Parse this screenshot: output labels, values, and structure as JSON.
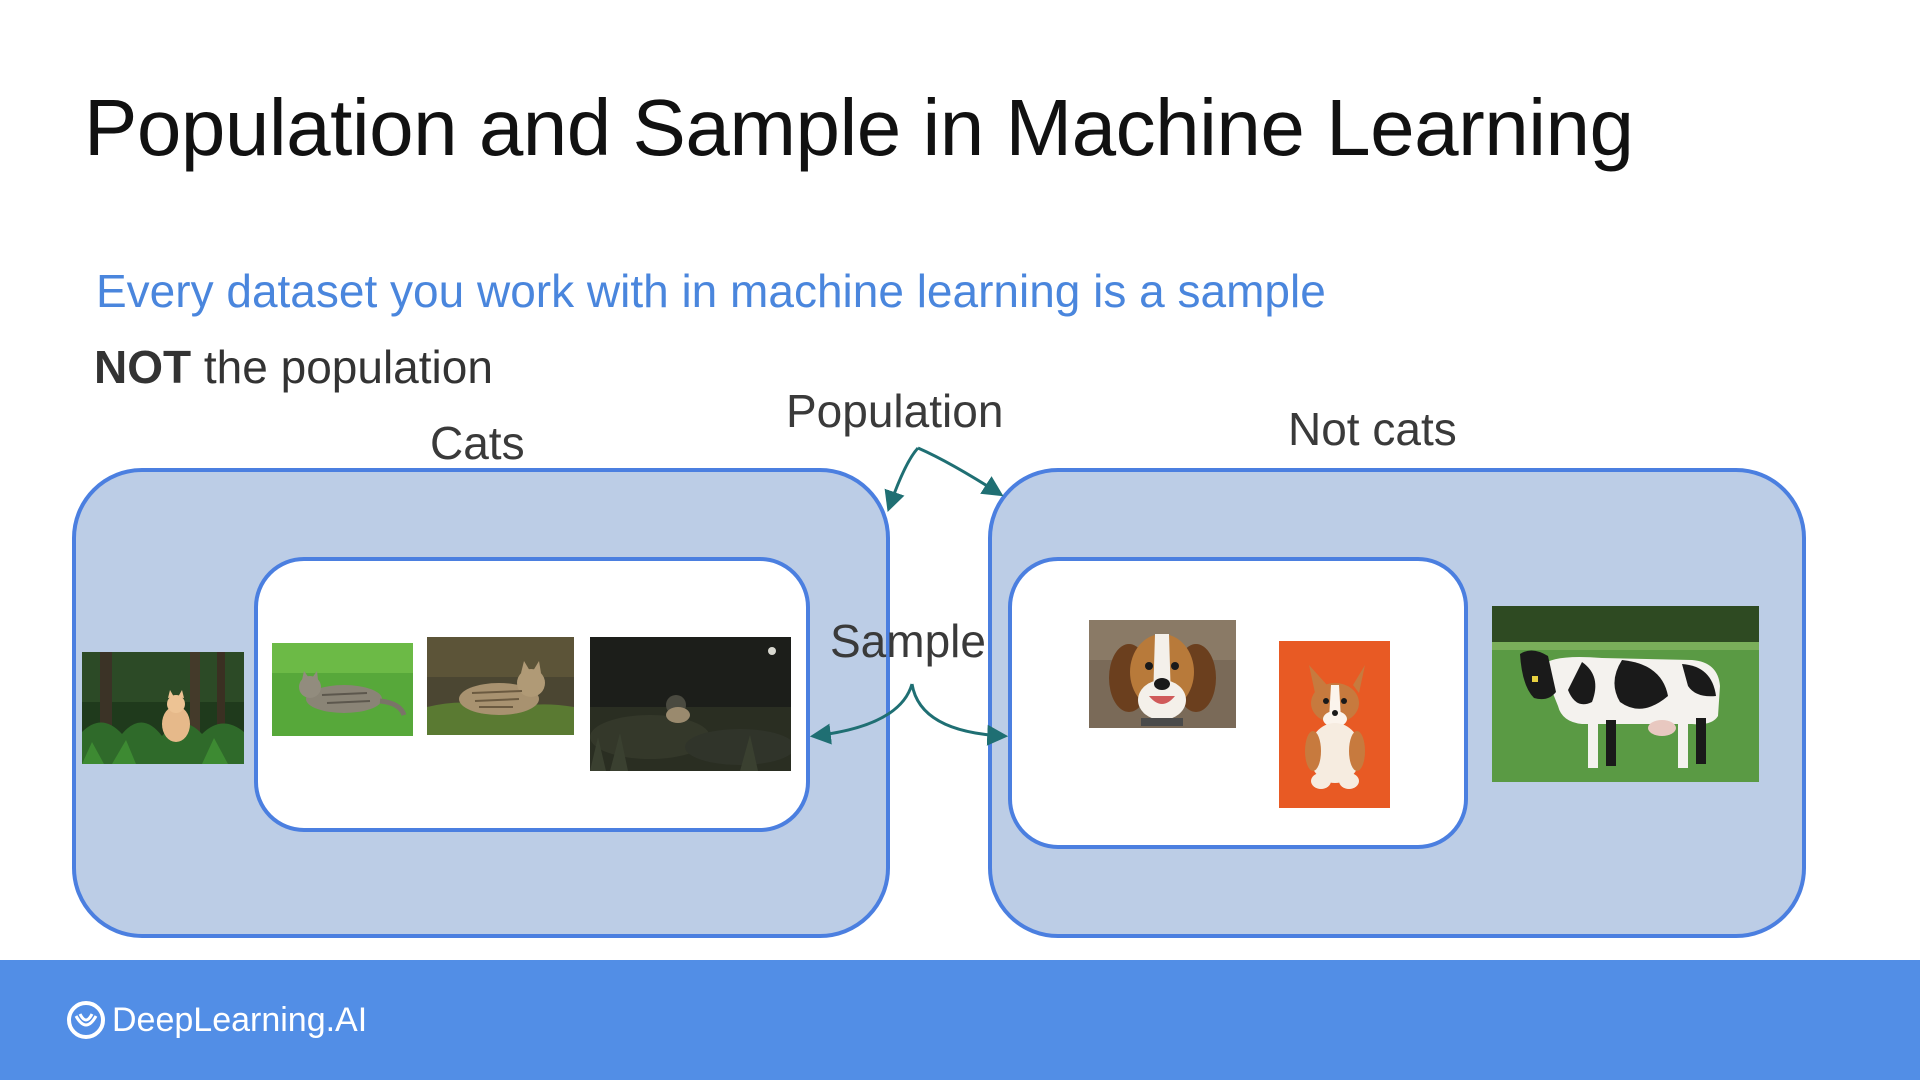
{
  "slide": {
    "title": "Population and Sample in Machine Learning",
    "subtitle": "Every dataset you work with in machine learning is a sample",
    "not_line": {
      "strong": "NOT",
      "rest": " the population"
    }
  },
  "diagram": {
    "population_label": "Population",
    "sample_label": "Sample",
    "left_group_label": "Cats",
    "right_group_label": "Not cats",
    "colors": {
      "population_fill": "#bccde6",
      "border": "#4b7fe0",
      "arrow": "#1f6f73",
      "subtitle": "#4a86dd",
      "footer": "#528ee6"
    },
    "photos": [
      {
        "name": "cat-in-forest-photo"
      },
      {
        "name": "cat-on-grass-photo"
      },
      {
        "name": "tabby-cat-lying-photo"
      },
      {
        "name": "cat-in-dark-grass-photo"
      },
      {
        "name": "beagle-dog-photo"
      },
      {
        "name": "corgi-puppy-photo"
      },
      {
        "name": "holstein-cow-photo"
      }
    ]
  },
  "footer": {
    "brand": "DeepLearning.AI",
    "logo_icon": "deeplearning-ai-logo-icon"
  }
}
